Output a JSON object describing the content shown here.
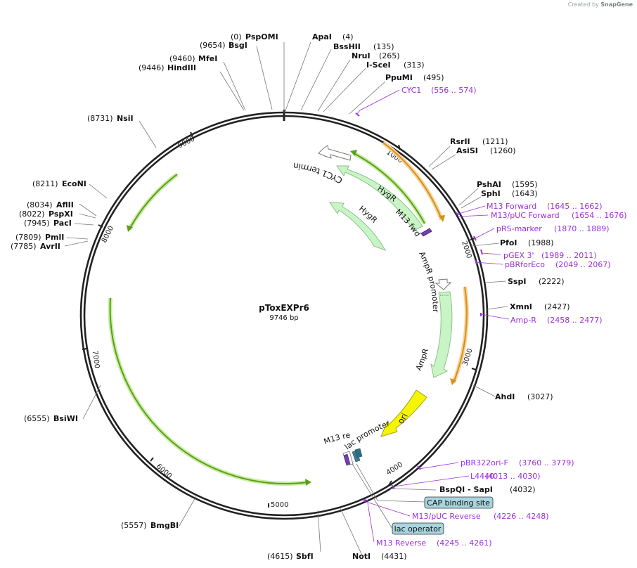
{
  "branding": {
    "created_by": "Created by",
    "brand": "SnapGene"
  },
  "plasmid": {
    "name": "pToxEXPr6",
    "size_label": "9746 bp",
    "length": 9746
  },
  "ticks": [
    "1000",
    "2000",
    "3000",
    "4000",
    "5000",
    "6000",
    "7000",
    "8000",
    "9000"
  ],
  "sites": [
    {
      "name": "PspOMI",
      "pos": "(0)"
    },
    {
      "name": "ApaI",
      "pos": "(4)"
    },
    {
      "name": "BssHII",
      "pos": "(135)"
    },
    {
      "name": "NruI",
      "pos": "(265)"
    },
    {
      "name": "I-SceI",
      "pos": "(313)"
    },
    {
      "name": "PpuMI",
      "pos": "(495)"
    },
    {
      "name": "RsrII",
      "pos": "(1211)"
    },
    {
      "name": "AsiSI",
      "pos": "(1260)"
    },
    {
      "name": "PshAI",
      "pos": "(1595)"
    },
    {
      "name": "SphI",
      "pos": "(1643)"
    },
    {
      "name": "PfoI",
      "pos": "(1988)"
    },
    {
      "name": "SspI",
      "pos": "(2222)"
    },
    {
      "name": "XmnI",
      "pos": "(2427)"
    },
    {
      "name": "AhdI",
      "pos": "(3027)"
    },
    {
      "name": "BspQI - SapI",
      "pos": "(4032)"
    },
    {
      "name": "NotI",
      "pos": "(4431)"
    },
    {
      "name": "SbfI",
      "pos": "(4615)"
    },
    {
      "name": "BmgBI",
      "pos": "(5557)"
    },
    {
      "name": "BsiWI",
      "pos": "(6555)"
    },
    {
      "name": "AvrII",
      "pos": "(7785)"
    },
    {
      "name": "PmlI",
      "pos": "(7809)"
    },
    {
      "name": "PacI",
      "pos": "(7945)"
    },
    {
      "name": "PspXI",
      "pos": "(8022)"
    },
    {
      "name": "AflII",
      "pos": "(8034)"
    },
    {
      "name": "EcoNI",
      "pos": "(8211)"
    },
    {
      "name": "NsiI",
      "pos": "(8731)"
    },
    {
      "name": "HindIII",
      "pos": "(9446)"
    },
    {
      "name": "MfeI",
      "pos": "(9460)"
    },
    {
      "name": "BsgI",
      "pos": "(9654)"
    }
  ],
  "primers": [
    {
      "name": "CYC1",
      "range": "(556 .. 574)"
    },
    {
      "name": "M13 Forward",
      "range": "(1645 .. 1662)"
    },
    {
      "name": "M13/pUC Forward",
      "range": "(1654 .. 1676)"
    },
    {
      "name": "pRS-marker",
      "range": "(1870 .. 1889)"
    },
    {
      "name": "pGEX 3'",
      "range": "(1989 .. 2011)"
    },
    {
      "name": "pBRforEco",
      "range": "(2049 .. 2067)"
    },
    {
      "name": "Amp-R",
      "range": "(2458 .. 2477)"
    },
    {
      "name": "pBR322ori-F",
      "range": "(3760 .. 3779)"
    },
    {
      "name": "L4440",
      "range": "(4013 .. 4030)"
    },
    {
      "name": "M13/pUC Reverse",
      "range": "(4226 .. 4248)"
    },
    {
      "name": "M13 Reverse",
      "range": "(4245 .. 4261)"
    }
  ],
  "features": [
    {
      "name": "CYC1 terminator"
    },
    {
      "name": "HygR"
    },
    {
      "name": "M13 fwd"
    },
    {
      "name": "HygR"
    },
    {
      "name": "AmpR promoter"
    },
    {
      "name": "AmpR"
    },
    {
      "name": "ori"
    },
    {
      "name": "M13 rev"
    },
    {
      "name": "lac promoter"
    }
  ],
  "boxes": [
    {
      "name": "CAP binding site"
    },
    {
      "name": "lac operator"
    }
  ],
  "colors": {
    "backbone": "#222222",
    "primer": "#9b30d9",
    "orf": "#5aa01c",
    "orf_glow": "#c9eca0",
    "ampr_orf": "#d7901b",
    "ampr_orf_glow": "#f6d49a",
    "feature_fill": "#c9f5c6",
    "feature_stroke": "#8cc08a",
    "ori_fill": "#f5f500",
    "ori_stroke": "#a0a020",
    "box_fill": "#a9d5de",
    "box_stroke": "#333333"
  }
}
